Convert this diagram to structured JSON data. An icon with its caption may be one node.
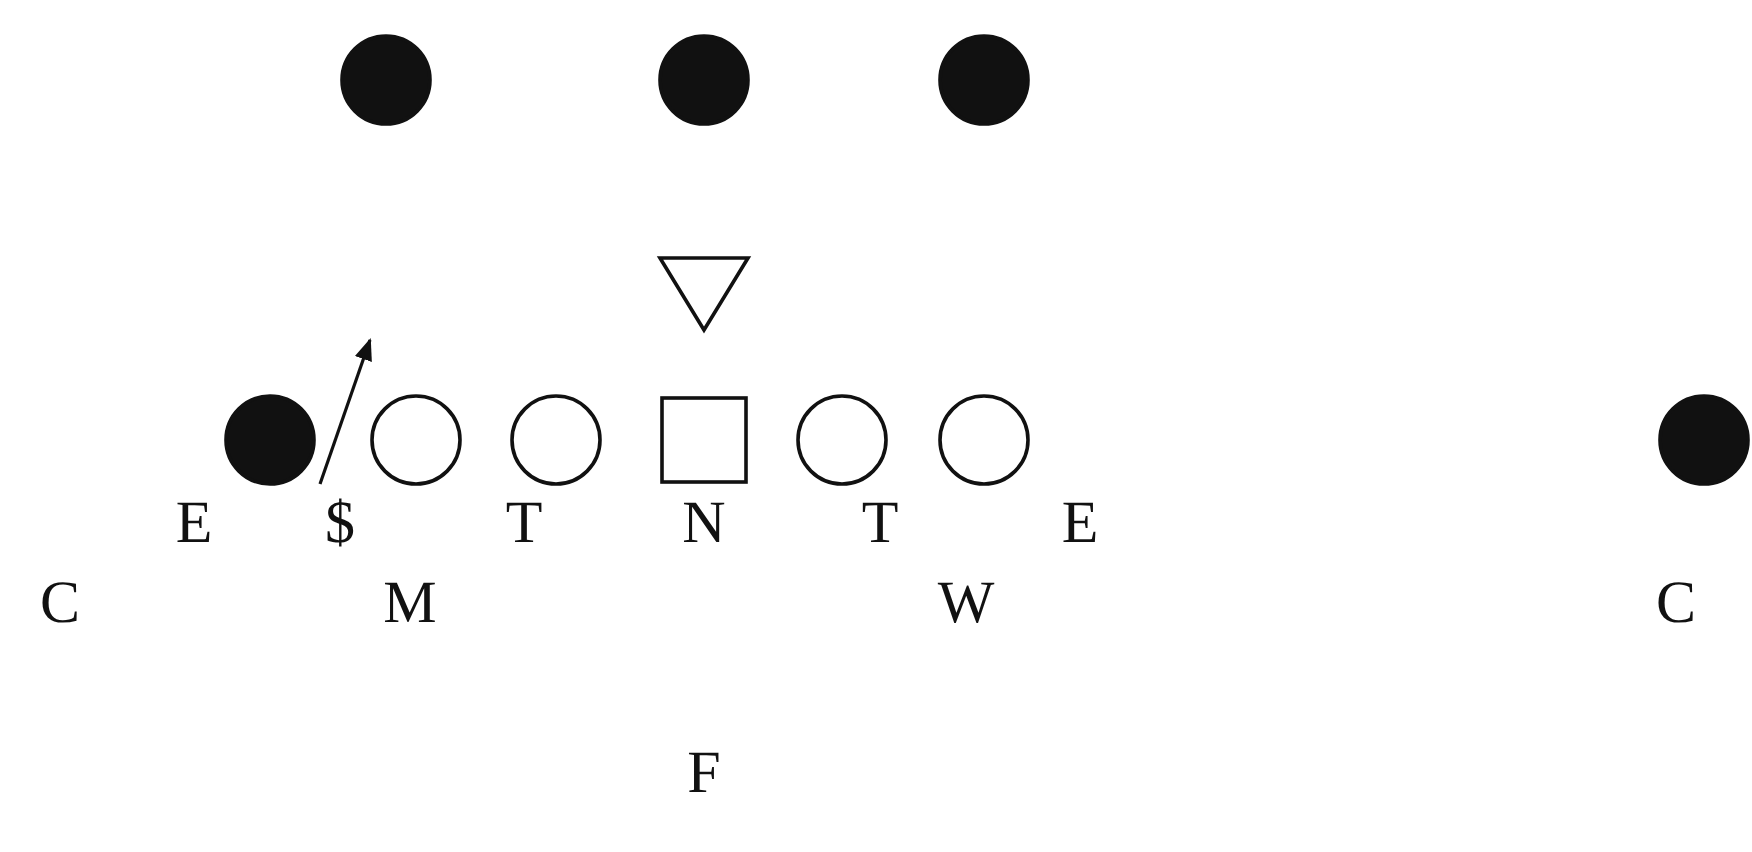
{
  "diagram": {
    "nodes": [
      {
        "text": [],
        "shape": "circle"
      },
      {
        "text": [],
        "shape": "circle"
      },
      {
        "text": [],
        "shape": "circle"
      },
      {
        "text": [],
        "shape": "triangle"
      },
      {
        "text": [],
        "shape": "circle"
      },
      {
        "text": [],
        "shape": "circle"
      },
      {
        "text": [],
        "shape": "circle"
      },
      {
        "text": [],
        "shape": "box"
      },
      {
        "text": [],
        "shape": "circle"
      },
      {
        "text": [],
        "shape": "circle"
      },
      {
        "text": [],
        "shape": "circle"
      }
    ],
    "labels": [
      "E",
      "$",
      "T",
      "N",
      "T",
      "E",
      "C",
      "M",
      "W",
      "C",
      "F"
    ]
  }
}
